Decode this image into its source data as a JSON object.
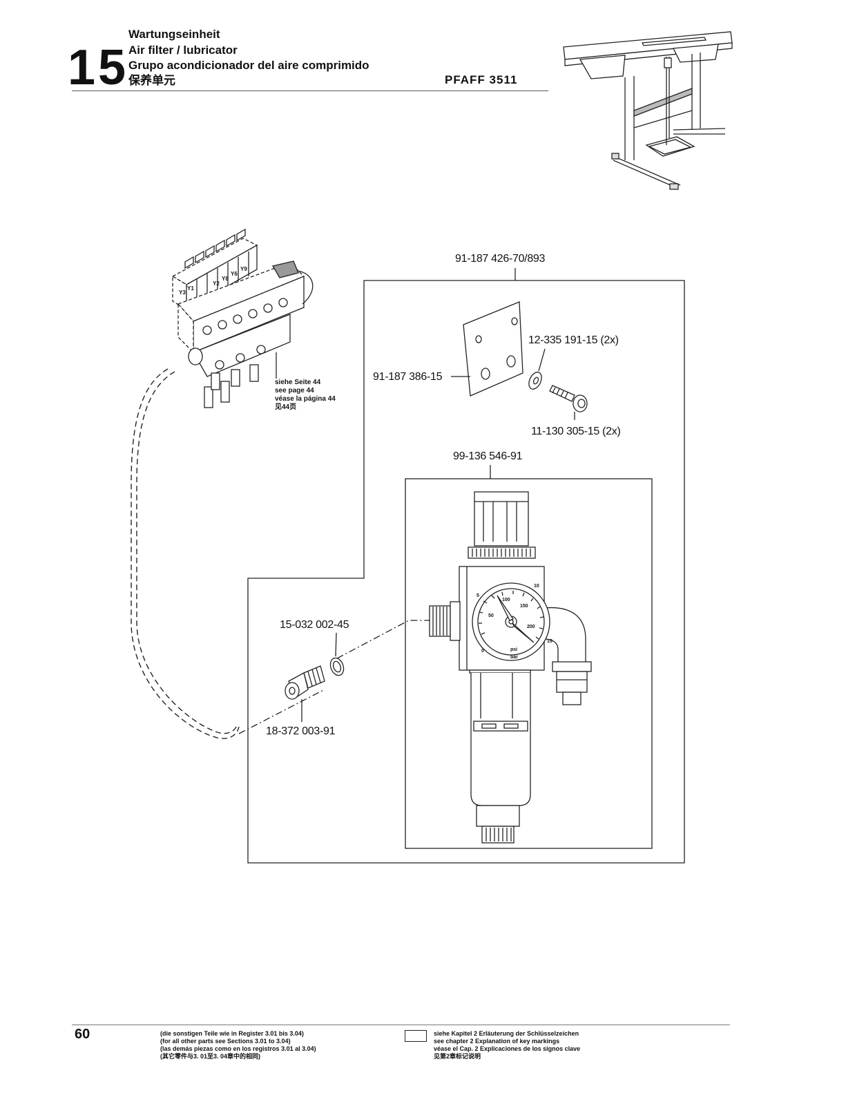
{
  "header": {
    "section_number": "15",
    "title_de": "Wartungseinheit",
    "title_en": "Air filter / lubricator",
    "title_es": "Grupo acondicionador del aire comprimido",
    "title_zh": "保养单元",
    "model": "PFAFF 3511"
  },
  "parts": {
    "assembly": "91-187 426-70/893",
    "plate": "91-187 386-15",
    "washer": "12-335 191-15 (2x)",
    "screw": "11-130 305-15 (2x)",
    "regulator": "99-136 546-91",
    "seal": "15-032 002-45",
    "fitting": "18-372 003-91"
  },
  "valve_block": {
    "reference_de": "siehe Seite 44",
    "reference_en": "see page 44",
    "reference_es": "véase la página 44",
    "reference_zh": "见44页",
    "valve_labels": [
      "Y3",
      "Y1",
      "Y2",
      "Y8",
      "Y6",
      "Y9"
    ]
  },
  "gauge": {
    "psi_ticks": [
      "50",
      "100",
      "150",
      "200"
    ],
    "bar_ticks": [
      "0",
      "5",
      "10",
      "15"
    ],
    "unit_psi": "psi",
    "unit_bar": "bar"
  },
  "footer": {
    "page_number": "60",
    "note_de": "(die sonstigen Teile wie in Register 3.01 bis 3.04)",
    "note_en": "(for all other parts see Sections 3.01 to 3.04)",
    "note_es": "(las demás piezas como en los registros 3.01 al 3.04)",
    "note_zh": "(其它零件与3. 01至3. 04章中的相同)",
    "key_de": "siehe Kapitel 2 Erläuterung der Schlüsselzeichen",
    "key_en": "see chapter 2 Explanation of key markings",
    "key_es": "véase el Cap. 2 Explicaciones de los signos clave",
    "key_zh": "见第2章标记说明"
  }
}
